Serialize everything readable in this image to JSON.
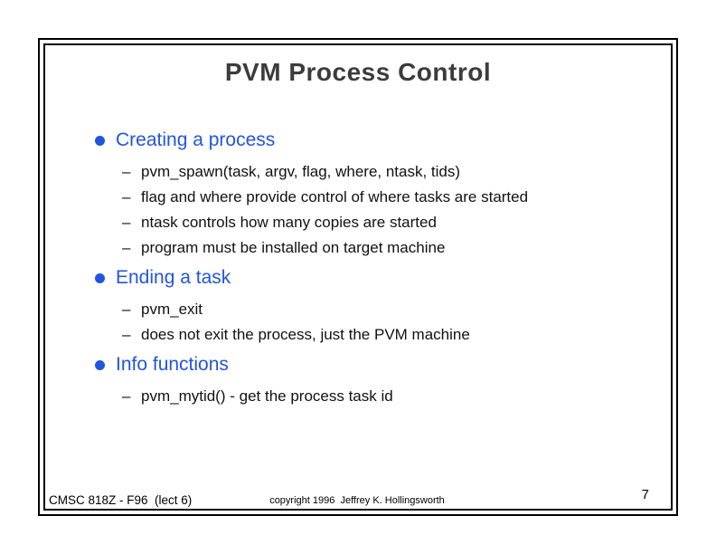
{
  "slide": {
    "title": "PVM Process Control",
    "sections": [
      {
        "heading": "Creating a process",
        "items": [
          "pvm_spawn(task, argv, flag, where, ntask, tids)",
          "flag and where provide control of where tasks are started",
          "ntask controls how many copies are started",
          "program must be installed on target machine"
        ]
      },
      {
        "heading": "Ending a task",
        "items": [
          "pvm_exit",
          "does not exit the process, just the PVM machine"
        ]
      },
      {
        "heading": "Info functions",
        "items": [
          "pvm_mytid() - get the process task id"
        ]
      }
    ],
    "footer": {
      "left": "CMSC 818Z - F96  (lect 6)",
      "center": "copyright 1996  Jeffrey K. Hollingsworth",
      "page_number": "7"
    }
  },
  "icons": {
    "bullet": "",
    "dash": "–"
  },
  "colors": {
    "heading_blue": "#2255dd",
    "title_gray": "#3c3c3c",
    "body_black": "#111111",
    "frame_black": "#000000"
  }
}
